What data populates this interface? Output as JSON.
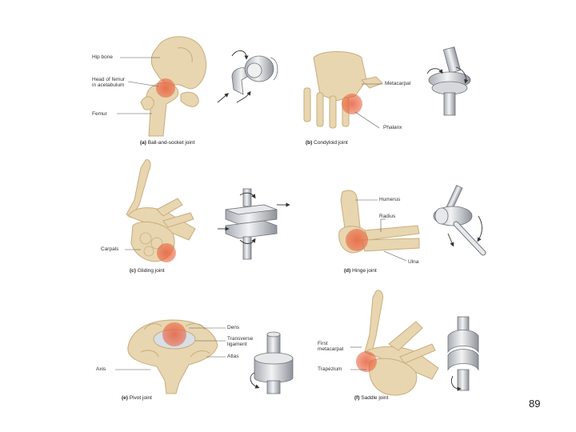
{
  "panels": {
    "a": {
      "labels": {
        "hip_bone": "Hip bone",
        "head_of_femur_1": "Head of femur",
        "head_of_femur_2": "in acetabulum",
        "femur": "Femur"
      },
      "caption_letter": "(a)",
      "caption_text": "Ball-and-socket joint"
    },
    "b": {
      "labels": {
        "metacarpal": "Metacarpal",
        "phalanx": "Phalanx"
      },
      "caption_letter": "(b)",
      "caption_text": "Condyloid joint"
    },
    "c": {
      "labels": {
        "carpals": "Carpals"
      },
      "caption_letter": "(c)",
      "caption_text": "Gliding joint"
    },
    "d": {
      "labels": {
        "humerus": "Humerus",
        "radius": "Radius",
        "ulna": "Ulna"
      },
      "caption_letter": "(d)",
      "caption_text": "Hinge joint"
    },
    "e": {
      "labels": {
        "dens": "Dens",
        "transverse_1": "Transverse",
        "transverse_2": "ligament",
        "atlas": "Atlas",
        "axis": "Axis"
      },
      "caption_letter": "(e)",
      "caption_text": "Pivot joint"
    },
    "f": {
      "labels": {
        "first_metacarpal_1": "First",
        "first_metacarpal_2": "metacarpal",
        "trapezium": "Trapezium"
      },
      "caption_letter": "(f)",
      "caption_text": "Saddle joint"
    }
  },
  "page_number": "89",
  "colors": {
    "bone": "#e8d6b0",
    "bone_shade": "#c9ad7e",
    "joint_highlight": "#e8603c",
    "model_gray": "#c8ccd0",
    "model_dark": "#6e737a"
  }
}
